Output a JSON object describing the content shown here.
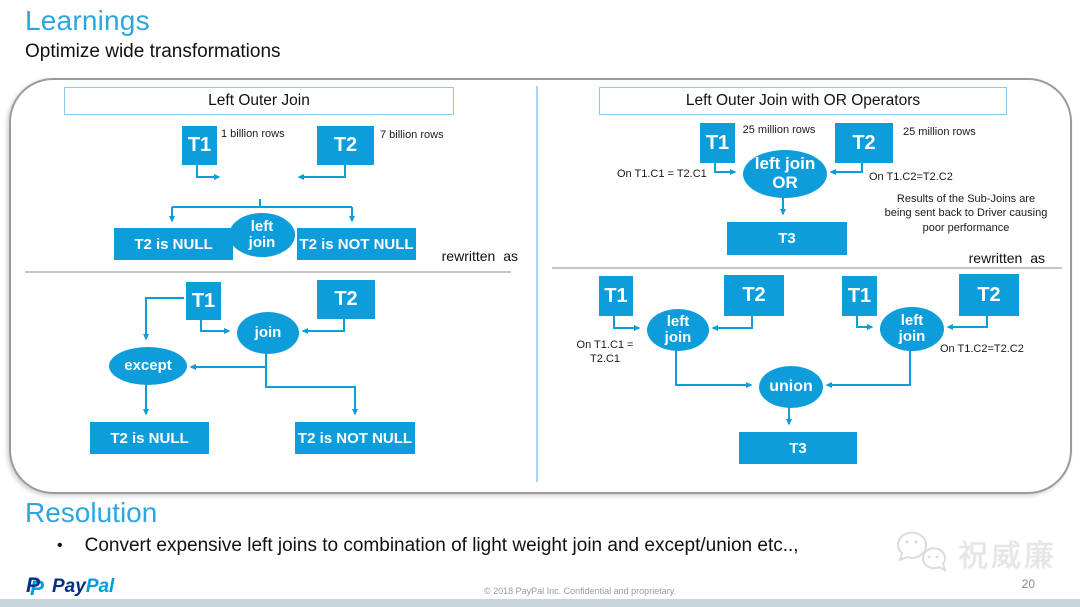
{
  "slide": {
    "title": "Learnings",
    "subtitle": "Optimize wide transformations",
    "resolution_title": "Resolution",
    "resolution_bullet": "Convert expensive left joins  to combination of light weight join and except/union etc..,",
    "bullet_glyph": "•"
  },
  "colors": {
    "title_blue": "#2ba7e0",
    "shape_blue": "#0d9ddb",
    "paypal_navy": "#003087",
    "paypal_lightblue": "#009cde"
  },
  "panel": {
    "left": {
      "header": "Left Outer Join",
      "rewritten_as": "rewritten as",
      "top": {
        "t1": "T1",
        "t1_note": "1 billion rows",
        "t2": "T2",
        "t2_note": "7 billion rows",
        "join_line1": "left",
        "join_line2": "join",
        "null_box": "T2 is NULL",
        "not_null_box": "T2 is NOT NULL"
      },
      "bottom": {
        "t1": "T1",
        "t2": "T2",
        "join": "join",
        "except": "except",
        "null_box": "T2 is NULL",
        "not_null_box": "T2 is NOT NULL"
      }
    },
    "right": {
      "header": "Left Outer Join with OR Operators",
      "rewritten_as": "rewritten as",
      "top": {
        "t1": "T1",
        "t1_note": "25 million rows",
        "t2": "T2",
        "t2_note": "25 million rows",
        "join_line1": "left join",
        "join_line2": "OR",
        "on_left": "On T1.C1 = T2.C1",
        "on_right": "On T1.C2=T2.C2",
        "note_line1": "Results of the Sub-Joins are",
        "note_line2": "being sent back to Driver causing",
        "note_line3": "poor performance",
        "t3": "T3"
      },
      "bottom": {
        "j1": {
          "t1": "T1",
          "t2": "T2",
          "join_line1": "left",
          "join_line2": "join",
          "on_line1": "On T1.C1 =",
          "on_line2": "T2.C1"
        },
        "j2": {
          "t1": "T1",
          "t2": "T2",
          "join_line1": "left",
          "join_line2": "join",
          "on_label": "On T1.C2=T2.C2"
        },
        "union": "union",
        "t3": "T3"
      }
    }
  },
  "footer": {
    "logo_pay": "Pay",
    "logo_pal": "Pal",
    "copyright": "© 2018 PayPal Inc. Confidential and proprietary.",
    "page_number": "20",
    "watermark": "祝威廉"
  }
}
